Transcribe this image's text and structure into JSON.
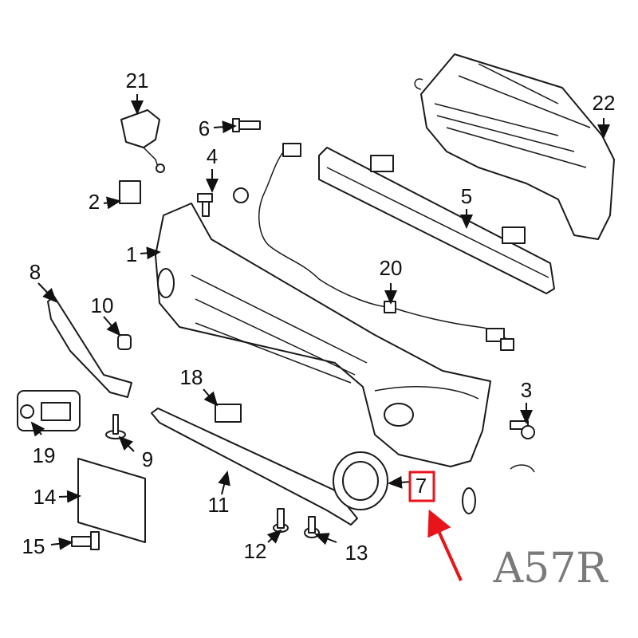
{
  "callouts": {
    "p1": "1",
    "p2": "2",
    "p3": "3",
    "p4": "4",
    "p5": "5",
    "p6": "6",
    "p7": "7",
    "p8": "8",
    "p9": "9",
    "p10": "10",
    "p11": "11",
    "p12": "12",
    "p13": "13",
    "p14": "14",
    "p15": "15",
    "p18": "18",
    "p19": "19",
    "p20": "20",
    "p21": "21",
    "p22": "22"
  },
  "watermark": "A57R",
  "colors": {
    "highlight": "#e8141b",
    "line": "#1a1a1a",
    "watermark": "#7a7a7a"
  }
}
